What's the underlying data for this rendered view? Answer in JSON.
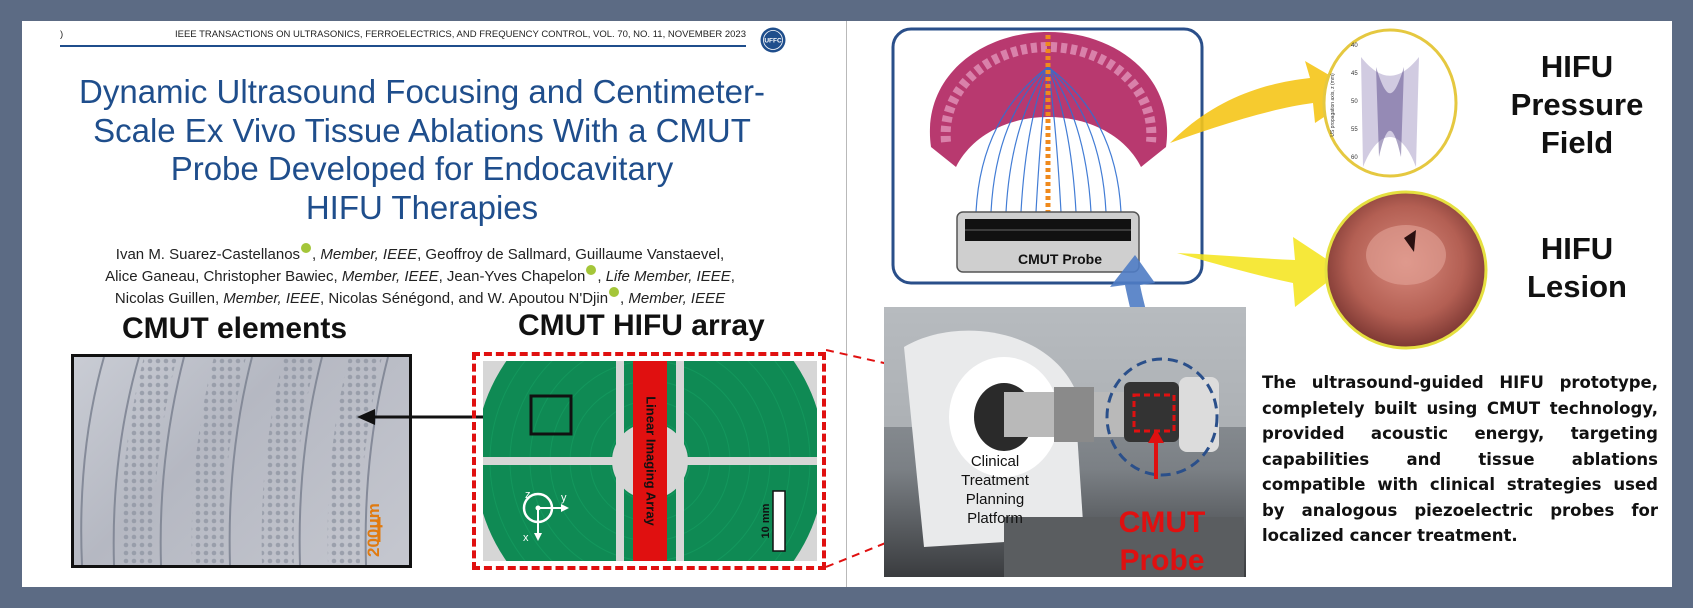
{
  "paper": {
    "page_number": ")",
    "journal": "IEEE TRANSACTIONS ON ULTRASONICS, FERROELECTRICS, AND FREQUENCY CONTROL, VOL. 70, NO. 11, NOVEMBER 2023",
    "logo_text": "UFFC",
    "title_lines": [
      "Dynamic Ultrasound Focusing and Centimeter-",
      "Scale Ex Vivo Tissue Ablations With a CMUT",
      "Probe Developed for Endocavitary",
      "HIFU Therapies"
    ],
    "authors": {
      "a1": "Ivan M. Suarez-Castellanos",
      "a1_role": "Member, IEEE",
      "a2": ", Geoffroy de Sallmard, Guillaume Vanstaevel,",
      "a3": "Alice Ganeau, Christopher Bawiec, ",
      "a3_role": "Member, IEEE",
      "a4": ", Jean-Yves Chapelon",
      "a4_role": "Life Member, IEEE",
      "a5": "Nicolas Guillen, ",
      "a5_role": "Member, IEEE",
      "a6": ", Nicolas Sénégond, and W. Apoutou N'Djin",
      "a6_role": "Member, IEEE"
    }
  },
  "figure": {
    "cmut_elements_label": "CMUT elements",
    "cmut_array_label": "CMUT HIFU array",
    "scale_200um": "200μm",
    "linear_imaging_array": "Linear Imaging Array",
    "scale_10mm": "10 mm",
    "axis_z": "z",
    "axis_y": "y",
    "axis_x": "x",
    "probe_box_label": "CMUT Probe",
    "platform_label_lines": [
      "Clinical",
      "Treatment",
      "Planning",
      "Platform"
    ],
    "probe_label_lines": [
      "CMUT",
      "Probe"
    ],
    "hifu_pressure_lines": [
      "HIFU",
      "Pressure",
      "Field"
    ],
    "hifu_lesion_lines": [
      "HIFU",
      "Lesion"
    ],
    "pressure_axis_label": "US propagation axis, z (mm)",
    "pressure_ticks": [
      "40",
      "45",
      "50",
      "55",
      "60"
    ],
    "description": "The ultrasound-guided HIFU prototype, completely built using CMUT technology, provided acoustic energy, targeting capabilities and tissue ablations compatible with clinical strategies used by analogous piezoelectric probes for localized cancer treatment."
  },
  "colors": {
    "title_blue": "#1f4e8c",
    "array_green": "#0f8a54",
    "accent_red": "#e01010",
    "arrow_yellow": "#f5c518",
    "scale_orange": "#e07a10"
  }
}
